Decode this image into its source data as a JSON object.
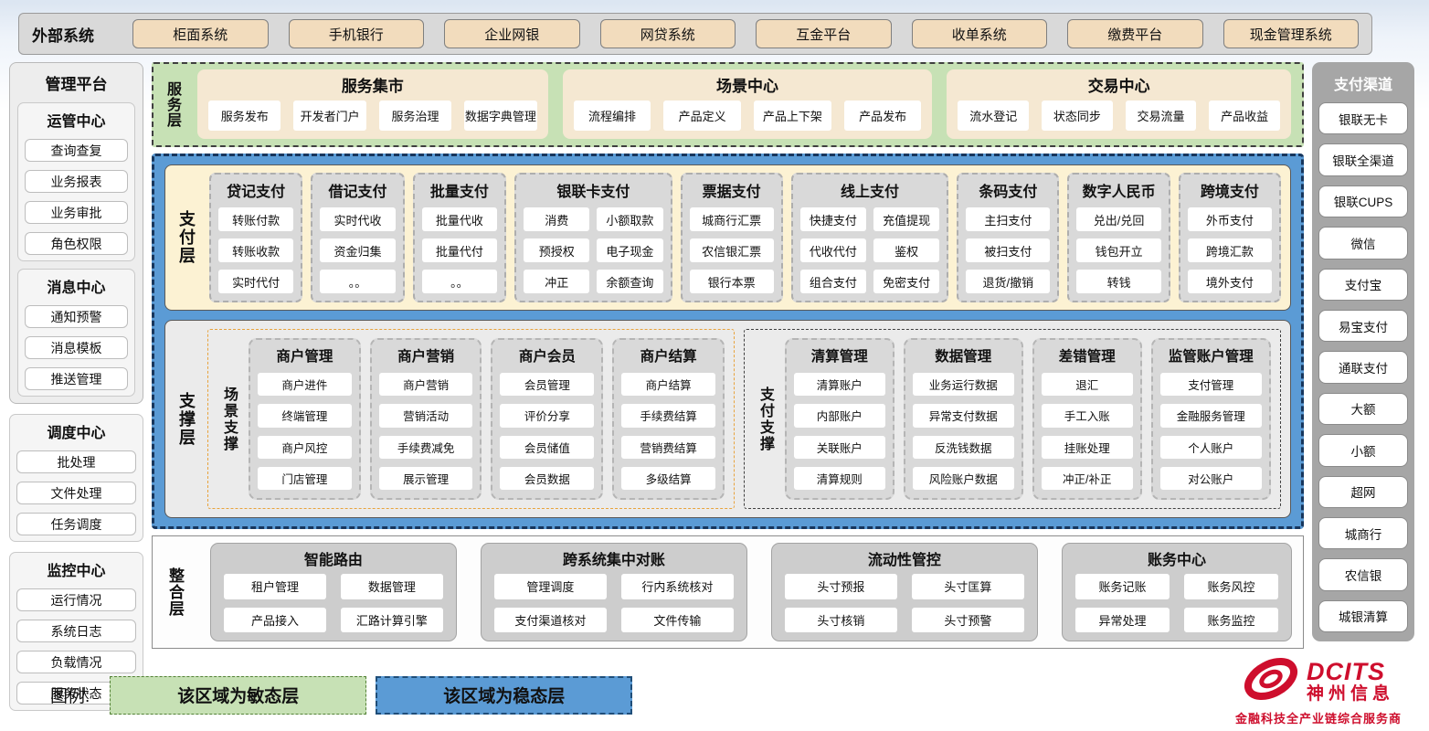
{
  "external_systems": {
    "label": "外部系统",
    "items": [
      "柜面系统",
      "手机银行",
      "企业网银",
      "网贷系统",
      "互金平台",
      "收单系统",
      "缴费平台",
      "现金管理系统"
    ]
  },
  "management_platform": {
    "title": "管理平台",
    "sections": [
      {
        "title": "运管中心",
        "items": [
          "查询查复",
          "业务报表",
          "业务审批",
          "角色权限"
        ]
      },
      {
        "title": "消息中心",
        "items": [
          "通知预警",
          "消息模板",
          "推送管理"
        ]
      },
      {
        "title": "调度中心",
        "items": [
          "批处理",
          "文件处理",
          "任务调度"
        ]
      },
      {
        "title": "监控中心",
        "items": [
          "运行情况",
          "系统日志",
          "负载情况",
          "服务状态"
        ]
      }
    ]
  },
  "service_layer": {
    "label": "服务层",
    "centers": [
      {
        "title": "服务集市",
        "items": [
          "服务发布",
          "开发者门户",
          "服务治理",
          "数据字典管理"
        ]
      },
      {
        "title": "场景中心",
        "items": [
          "流程编排",
          "产品定义",
          "产品上下架",
          "产品发布"
        ]
      },
      {
        "title": "交易中心",
        "items": [
          "流水登记",
          "状态同步",
          "交易流量",
          "产品收益"
        ]
      }
    ]
  },
  "payment_layer": {
    "label": "支付层",
    "groups": [
      {
        "title": "贷记支付",
        "items": [
          "转账付款",
          "转账收款",
          "实时代付"
        ]
      },
      {
        "title": "借记支付",
        "items": [
          "实时代收",
          "资金归集",
          "。。"
        ]
      },
      {
        "title": "批量支付",
        "items": [
          "批量代收",
          "批量代付",
          "。。"
        ]
      },
      {
        "title": "银联卡支付",
        "items": [
          "消费",
          "小额取款",
          "预授权",
          "电子现金",
          "冲正",
          "余额查询"
        ]
      },
      {
        "title": "票据支付",
        "items": [
          "城商行汇票",
          "农信银汇票",
          "银行本票"
        ]
      },
      {
        "title": "线上支付",
        "items": [
          "快捷支付",
          "充值提现",
          "代收代付",
          "鉴权",
          "组合支付",
          "免密支付"
        ]
      },
      {
        "title": "条码支付",
        "items": [
          "主扫支付",
          "被扫支付",
          "退货/撤销"
        ]
      },
      {
        "title": "数字人民币",
        "items": [
          "兑出/兑回",
          "钱包开立",
          "转钱"
        ]
      },
      {
        "title": "跨境支付",
        "items": [
          "外币支付",
          "跨境汇款",
          "境外支付"
        ]
      }
    ]
  },
  "support_layer": {
    "label": "支撑层",
    "scenario_support": {
      "label": "场景支撑",
      "groups": [
        {
          "title": "商户管理",
          "items": [
            "商户进件",
            "终端管理",
            "商户风控",
            "门店管理"
          ]
        },
        {
          "title": "商户营销",
          "items": [
            "商户营销",
            "营销活动",
            "手续费减免",
            "展示管理"
          ]
        },
        {
          "title": "商户会员",
          "items": [
            "会员管理",
            "评价分享",
            "会员储值",
            "会员数据"
          ]
        },
        {
          "title": "商户结算",
          "items": [
            "商户结算",
            "手续费结算",
            "营销费结算",
            "多级结算"
          ]
        }
      ]
    },
    "payment_support": {
      "label": "支付支撑",
      "groups": [
        {
          "title": "清算管理",
          "items": [
            "清算账户",
            "内部账户",
            "关联账户",
            "清算规则"
          ]
        },
        {
          "title": "数据管理",
          "items": [
            "业务运行数据",
            "异常支付数据",
            "反洗钱数据",
            "风险账户数据"
          ]
        },
        {
          "title": "差错管理",
          "items": [
            "退汇",
            "手工入账",
            "挂账处理",
            "冲正/补正"
          ]
        },
        {
          "title": "监管账户管理",
          "items": [
            "支付管理",
            "金融服务管理",
            "个人账户",
            "对公账户"
          ]
        }
      ]
    }
  },
  "integration_layer": {
    "label": "整合层",
    "panels": [
      {
        "title": "智能路由",
        "items": [
          "租户管理",
          "数据管理",
          "产品接入",
          "汇路计算引擎"
        ]
      },
      {
        "title": "跨系统集中对账",
        "items": [
          "管理调度",
          "行内系统核对",
          "支付渠道核对",
          "文件传输"
        ]
      },
      {
        "title": "流动性管控",
        "items": [
          "头寸预报",
          "头寸匡算",
          "头寸核销",
          "头寸预警"
        ]
      },
      {
        "title": "账务中心",
        "items": [
          "账务记账",
          "账务风控",
          "异常处理",
          "账务监控"
        ]
      }
    ]
  },
  "payment_channels": {
    "title": "支付渠道",
    "items": [
      "银联无卡",
      "银联全渠道",
      "银联CUPS",
      "微信",
      "支付宝",
      "易宝支付",
      "通联支付",
      "大额",
      "小额",
      "超网",
      "城商行",
      "农信银",
      "城银清算"
    ]
  },
  "legend": {
    "label": "图例:",
    "agile": "该区域为敏态层",
    "stable": "该区域为稳态层"
  },
  "logo": {
    "brand": "DCITS",
    "company": "神州信息",
    "tagline": "金融科技全产业链综合服务商"
  },
  "colors": {
    "agile_green": "#c7e1b5",
    "stable_blue": "#5b9bd5",
    "payment_yellow": "#fcf2d3",
    "group_gray": "#d9d9d9",
    "channel_gray": "#a6a6a6",
    "external_tan": "#f2dcbd",
    "scenario_orange": "#e8a33d",
    "brand_red": "#ce0e2d"
  }
}
